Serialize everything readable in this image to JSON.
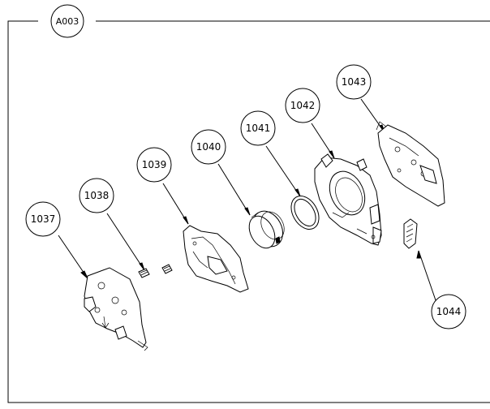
{
  "frame": {
    "label": "A003"
  },
  "callouts": [
    {
      "id": "1037",
      "label": "1037"
    },
    {
      "id": "1038",
      "label": "1038"
    },
    {
      "id": "1039",
      "label": "1039"
    },
    {
      "id": "1040",
      "label": "1040"
    },
    {
      "id": "1041",
      "label": "1041"
    },
    {
      "id": "1042",
      "label": "1042"
    },
    {
      "id": "1043",
      "label": "1043"
    },
    {
      "id": "1044",
      "label": "1044"
    }
  ]
}
